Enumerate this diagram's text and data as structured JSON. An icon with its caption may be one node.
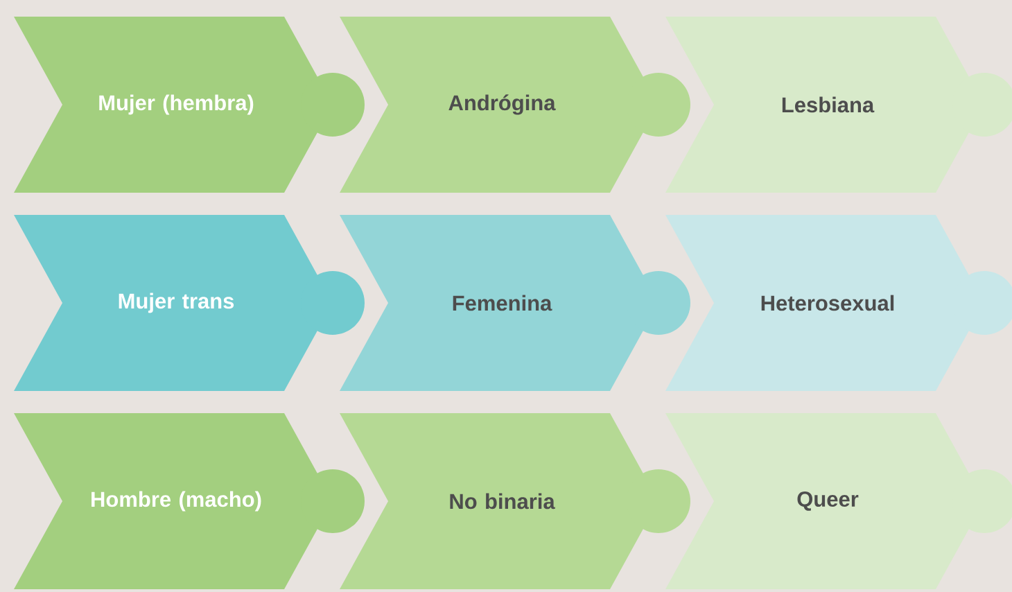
{
  "diagram": {
    "nodes": [
      {
        "text": [
          "Mujer (hembra)"
        ]
      },
      {
        "text": [
          "Andrógina"
        ]
      },
      {
        "text": [
          "Lesbiana"
        ]
      },
      {
        "text": [
          "Mujer trans"
        ]
      },
      {
        "text": [
          "Femenina"
        ]
      },
      {
        "text": [
          "Heterosexual"
        ]
      },
      {
        "text": [
          "Hombre (macho)"
        ]
      },
      {
        "text": [
          "No binaria"
        ]
      },
      {
        "text": [
          "Queer"
        ]
      }
    ]
  }
}
